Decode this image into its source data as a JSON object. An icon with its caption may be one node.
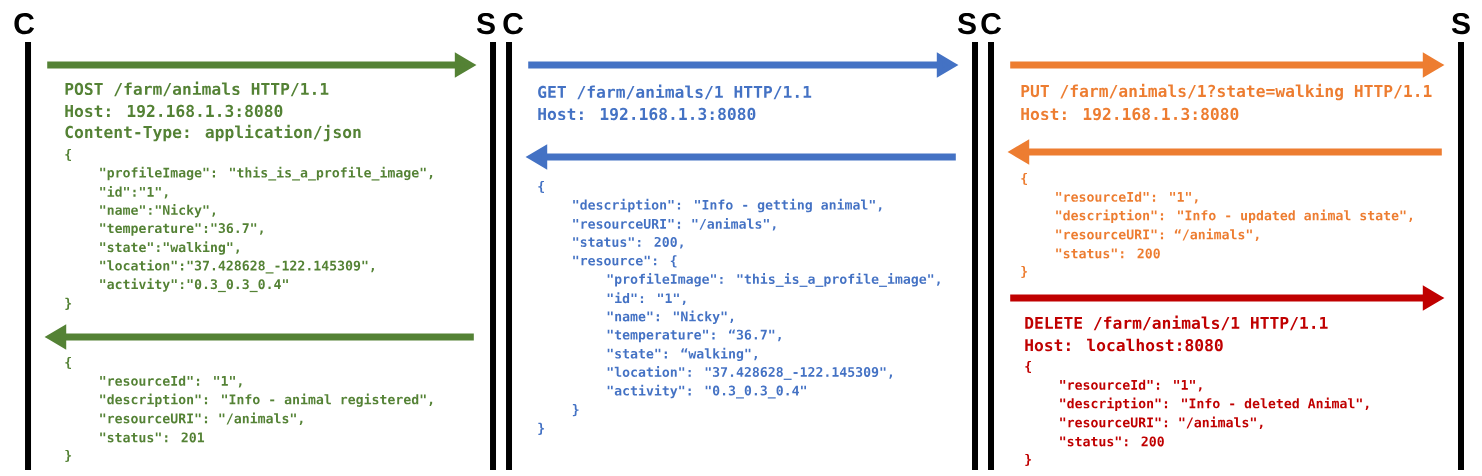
{
  "diagram": {
    "nodes": [
      {
        "text": [
          "C"
        ]
      },
      {
        "text": [
          "S"
        ]
      },
      {
        "text": [
          "C"
        ]
      },
      {
        "text": [
          "S"
        ]
      },
      {
        "text": [
          "C"
        ]
      },
      {
        "text": [
          "S"
        ]
      }
    ],
    "edges": [
      {
        "from": 0,
        "to": 1,
        "arrow": "to",
        "color": "#548235"
      },
      {
        "from": 1,
        "to": 0,
        "arrow": "to",
        "color": "#548235"
      },
      {
        "from": 2,
        "to": 3,
        "arrow": "to",
        "color": "#4472c4"
      },
      {
        "from": 3,
        "to": 2,
        "arrow": "to",
        "color": "#4472c4"
      },
      {
        "from": 4,
        "to": 5,
        "arrow": "to",
        "color": "#ed7d31"
      },
      {
        "from": 5,
        "to": 4,
        "arrow": "to",
        "color": "#ed7d31"
      },
      {
        "from": 4,
        "to": 5,
        "arrow": "to",
        "color": "#c00000"
      }
    ],
    "labels": [
      "POST /farm/animals HTTP/1.1",
      "Host: 192.168.1.3:8080",
      "Content-Type: application/json",
      "{",
      "\"profileImage\": \"this_is_a_profile_image\",",
      "\"id\":\"1\",",
      "\"name\":\"Nicky\",",
      "\"temperature\":\"36.7\",",
      "\"state\":\"walking\",",
      "\"location\":\"37.428628_-122.145309\",",
      "\"activity\":\"0.3_0.3_0.4\"",
      "}",
      "{",
      "\"resourceId\": \"1\",",
      "\"description\": \"Info - animal registered\",",
      "\"resourceURI\": \"/animals\",",
      "\"status\": 201",
      "}",
      "GET /farm/animals/1 HTTP/1.1",
      "Host: 192.168.1.3:8080",
      "{",
      "\"description\": \"Info - getting animal\",",
      "\"resourceURI\": \"/animals\",",
      "\"status\": 200,",
      "\"resource\": {",
      "\"profileImage\": \"this_is_a_profile_image\",",
      "\"id\": \"1\",",
      "\"name\": \"Nicky\",",
      "\"temperature\": “36.7\",",
      "\"state\": “walking\",",
      "\"location\": \"37.428628_-122.145309\",",
      "\"activity\": \"0.3_0.3_0.4\"",
      "}",
      "}",
      "PUT /farm/animals/1?state=walking HTTP/1.1",
      "Host: 192.168.1.3:8080",
      "{",
      "\"resourceId\": \"1\",",
      "\"description\": \"Info - updated animal state\",",
      "\"resourceURI\": “/animals\",",
      "\"status\": 200",
      "}",
      "DELETE /farm/animals/1 HTTP/1.1",
      "Host: localhost:8080",
      "{",
      "\"resourceId\": \"1\",",
      "\"description\": \"Info - deleted Animal\",",
      "\"resourceURI\": \"/animals\",",
      "\"status\": 200",
      "}"
    ]
  }
}
